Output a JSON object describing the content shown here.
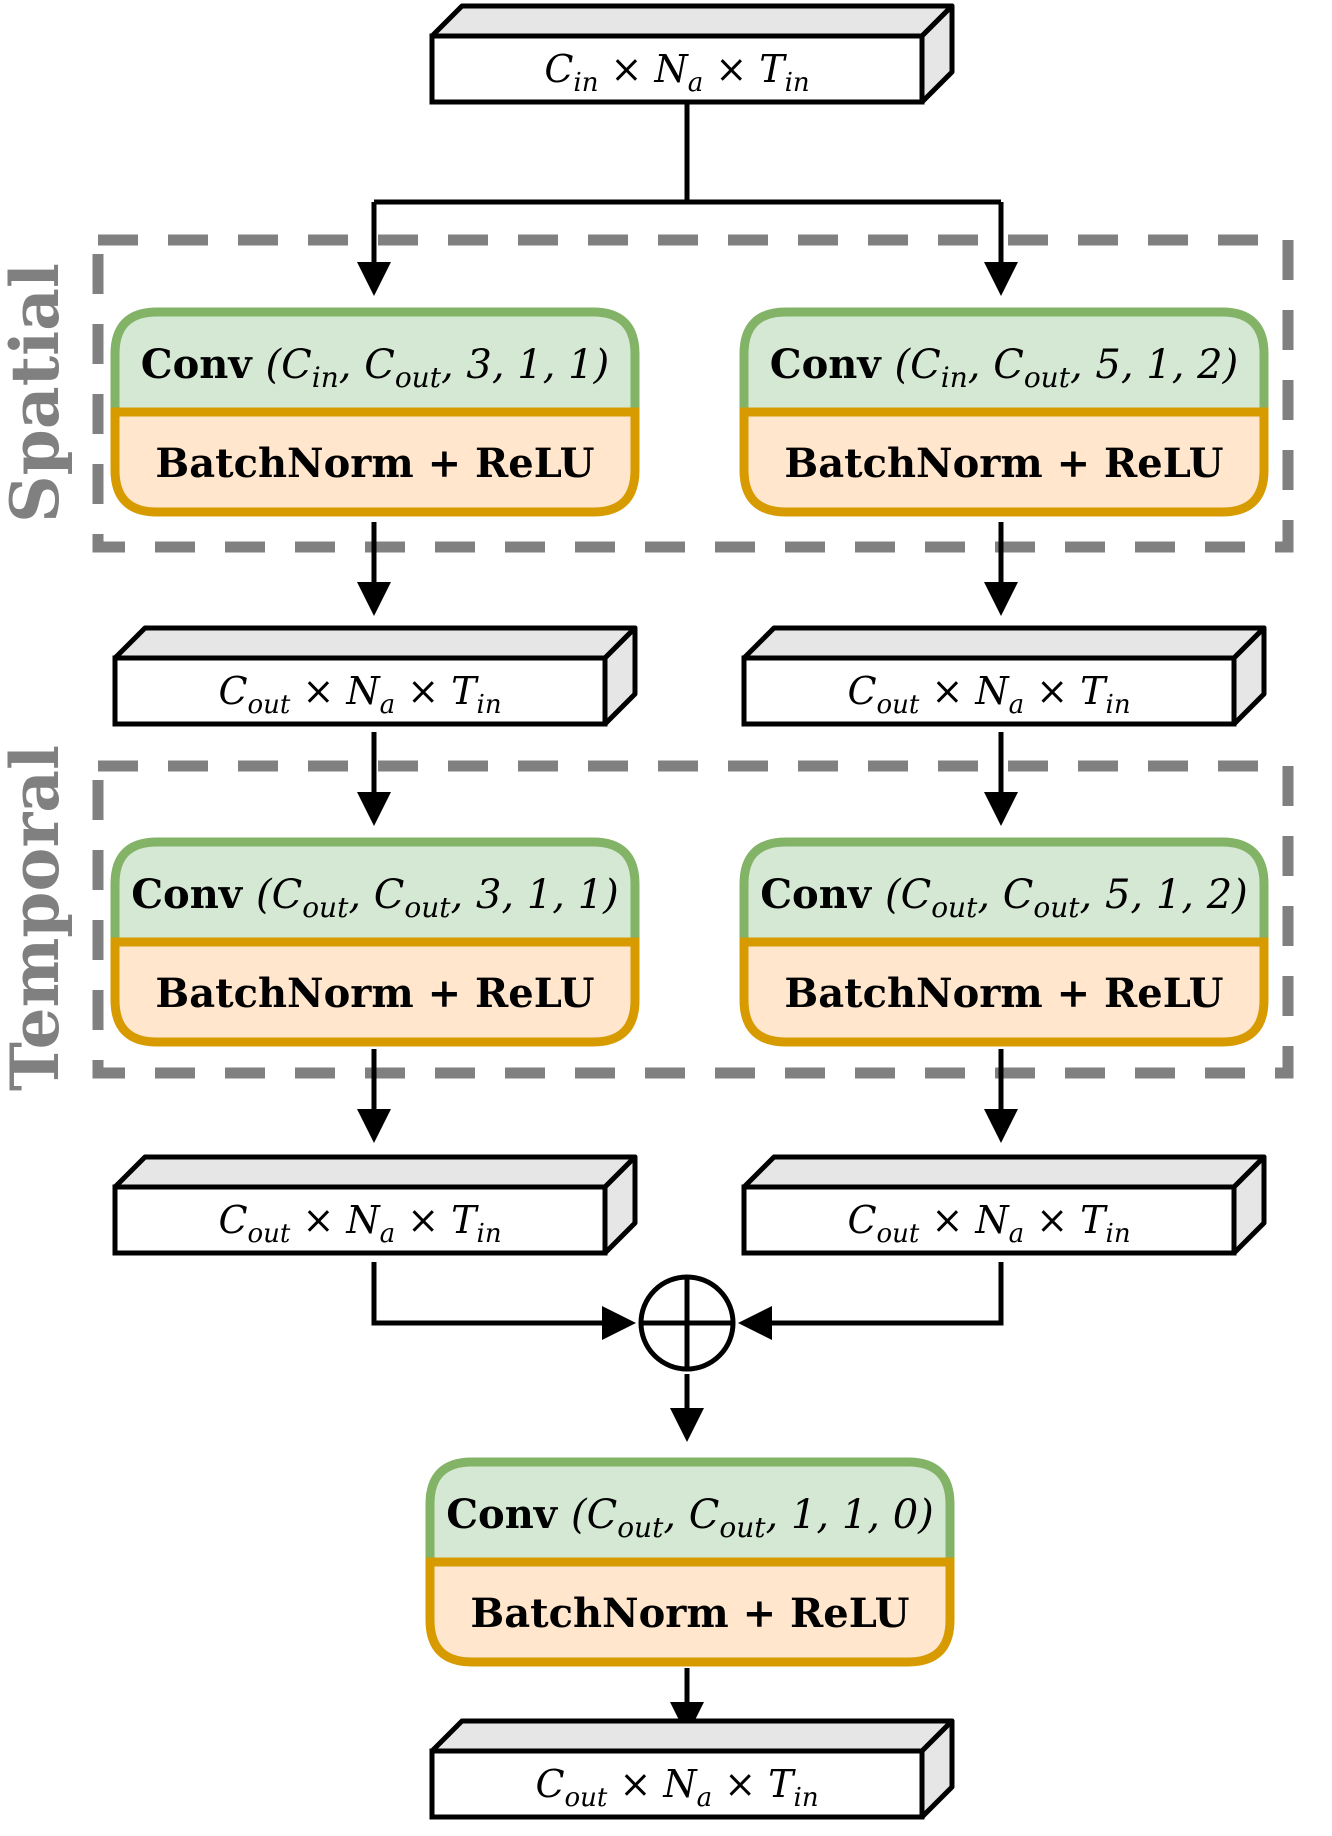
{
  "colors": {
    "conv_fill": "#d5e8d4",
    "conv_stroke": "#82b366",
    "bn_fill": "#ffe6cc",
    "bn_stroke": "#d79b00",
    "group_border": "#808080",
    "tensor_top": "#e6e6e6",
    "line": "#000000"
  },
  "groups": {
    "spatial": "Spatial",
    "temporal": "Temporal"
  },
  "tensors": {
    "input": {
      "C": "C",
      "Csub": "in",
      "Nsub": "a",
      "Tsub": "in"
    },
    "mid_left": {
      "C": "C",
      "Csub": "out",
      "Nsub": "a",
      "Tsub": "in"
    },
    "mid_right": {
      "C": "C",
      "Csub": "out",
      "Nsub": "a",
      "Tsub": "in"
    },
    "post_left": {
      "C": "C",
      "Csub": "out",
      "Nsub": "a",
      "Tsub": "in"
    },
    "post_right": {
      "C": "C",
      "Csub": "out",
      "Nsub": "a",
      "Tsub": "in"
    },
    "output": {
      "C": "C",
      "Csub": "out",
      "Nsub": "a",
      "Tsub": "in"
    }
  },
  "blocks": {
    "spatial_left": {
      "conv": "Conv",
      "in_sub": "in",
      "out_sub": "out",
      "params": "3, 1, 1",
      "bn": "BatchNorm + ReLU"
    },
    "spatial_right": {
      "conv": "Conv",
      "in_sub": "in",
      "out_sub": "out",
      "params": "5, 1, 2",
      "bn": "BatchNorm + ReLU"
    },
    "temporal_left": {
      "conv": "Conv",
      "in_sub": "out",
      "out_sub": "out",
      "params": "3, 1, 1",
      "bn": "BatchNorm + ReLU"
    },
    "temporal_right": {
      "conv": "Conv",
      "in_sub": "out",
      "out_sub": "out",
      "params": "5, 1, 2",
      "bn": "BatchNorm + ReLU"
    },
    "fusion": {
      "conv": "Conv",
      "in_sub": "out",
      "out_sub": "out",
      "params": "1, 1, 0",
      "bn": "BatchNorm + ReLU"
    }
  },
  "symbols": {
    "times": "×",
    "N": "N",
    "T": "T",
    "C": "C",
    "sum": "⊕"
  }
}
